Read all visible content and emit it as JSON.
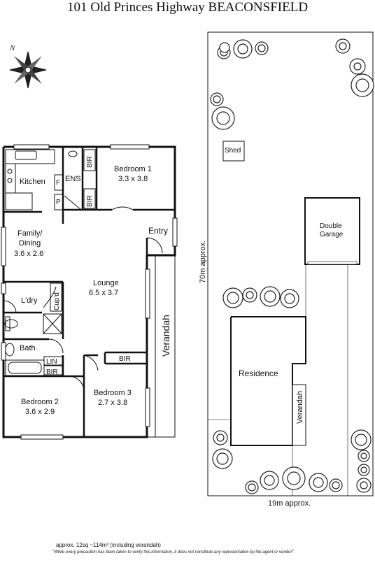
{
  "header": {
    "title": "101 Old Princes Highway BEACONSFIELD"
  },
  "compass": {
    "north_label": "N"
  },
  "floorplan": {
    "rooms": [
      {
        "id": "kitchen",
        "name": "Kitchen",
        "dims": ""
      },
      {
        "id": "ens",
        "name": "ENS",
        "dims": ""
      },
      {
        "id": "bedroom1",
        "name": "Bedroom 1",
        "dims": "3.3 x 3.8"
      },
      {
        "id": "family",
        "name": "Family/",
        "name2": "Dining",
        "dims": "3.6 x 2.6"
      },
      {
        "id": "entry",
        "name": "Entry",
        "dims": ""
      },
      {
        "id": "lounge",
        "name": "Lounge",
        "dims": "6.5 x 3.7"
      },
      {
        "id": "ldry",
        "name": "L'dry",
        "dims": ""
      },
      {
        "id": "bath",
        "name": "Bath",
        "dims": ""
      },
      {
        "id": "bedroom2",
        "name": "Bedroom 2",
        "dims": "3.6 x 2.9"
      },
      {
        "id": "bedroom3",
        "name": "Bedroom 3",
        "dims": "2.7 x 3.8"
      }
    ],
    "labels": {
      "bir": "BIR",
      "lin": "LIN",
      "cupd": "Cup'd",
      "f": "F",
      "p": "P",
      "verandah": "Verandah"
    }
  },
  "siteplan": {
    "shed": "Shed",
    "garage_line1": "Double",
    "garage_line2": "Garage",
    "residence": "Residence",
    "verandah": "Verandah",
    "length": "70m approx.",
    "width": "19m approx."
  },
  "footer": {
    "area": "approx. 12sq ~114m² (including verandah)",
    "disclaimer": "\"While every precaution has been taken to verify this information, it does not constitute any representation by the agent or vendor\"."
  }
}
